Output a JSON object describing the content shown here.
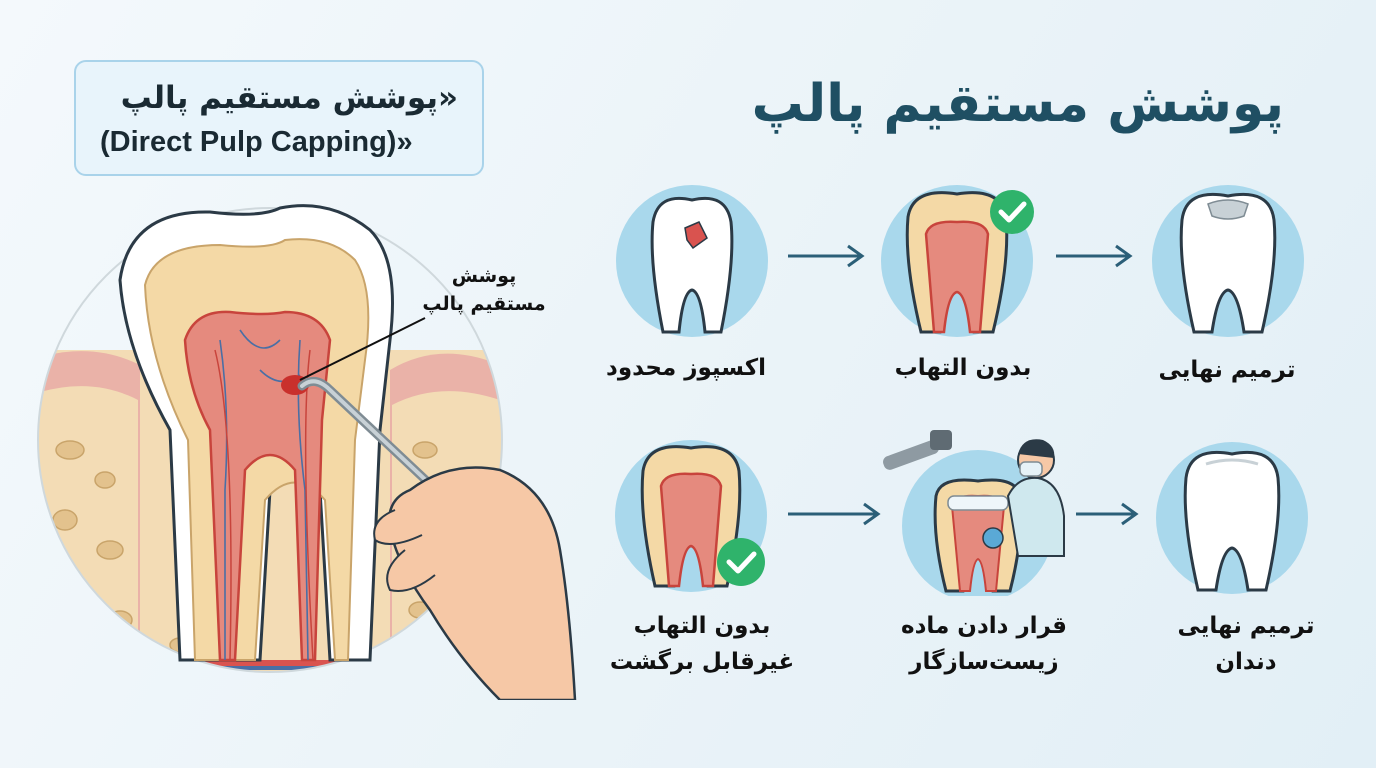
{
  "header_box": {
    "title_fa": "«پوشش مستقیم پالپ",
    "title_en": "(Direct Pulp Capping)»"
  },
  "main_title": "پوشش مستقیم پالپ",
  "callout": {
    "line1": "پوشش",
    "line2": "مستقیم پالپ"
  },
  "row1": [
    {
      "line1": "اکسپوز محدود",
      "icon": "exposed-tooth-icon"
    },
    {
      "line1": "بدون التهاب",
      "icon": "healthy-pulp-check-icon"
    },
    {
      "line1": "ترمیم نهایی",
      "icon": "restored-tooth-icon"
    }
  ],
  "row2": [
    {
      "line1": "بدون التهاب",
      "line2": "غیرقابل برگشت",
      "icon": "pulp-check-icon"
    },
    {
      "line1": "قرار دادن ماده",
      "line2": "زیست‌سازگار",
      "icon": "dentist-treatment-icon"
    },
    {
      "line1": "ترمیم نهایی",
      "line2": "دندان",
      "icon": "final-tooth-icon"
    }
  ],
  "colors": {
    "title": "#1f4f63",
    "arrow": "#2b5f78",
    "circle": "#a9d8ec",
    "pulp": "#d9534f",
    "dentin": "#f4d9a6",
    "check": "#2fb36b"
  }
}
